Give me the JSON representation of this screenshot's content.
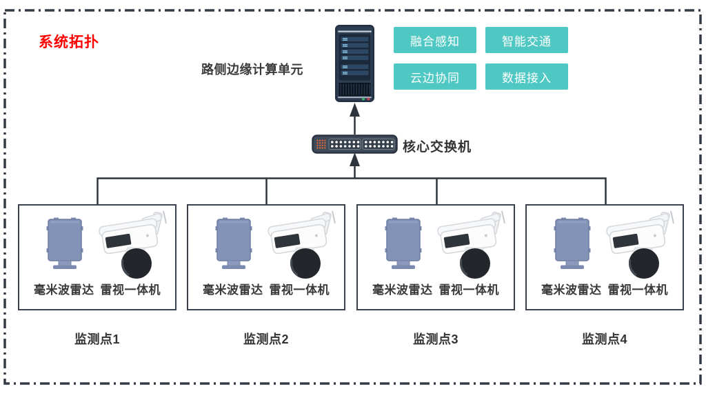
{
  "title": "系统拓扑",
  "edge_unit": {
    "label": "路侧边缘计算单元",
    "capabilities": [
      {
        "label": "融合感知"
      },
      {
        "label": "智能交通"
      },
      {
        "label": "云边协同"
      },
      {
        "label": "数据接入"
      }
    ]
  },
  "core_switch": {
    "label": "核心交换机"
  },
  "monitoring_points": [
    {
      "label": "监测点1",
      "radar_label": "毫米波雷达",
      "camera_label": "雷视一体机"
    },
    {
      "label": "监测点2",
      "radar_label": "毫米波雷达",
      "camera_label": "雷视一体机"
    },
    {
      "label": "监测点3",
      "radar_label": "毫米波雷达",
      "camera_label": "雷视一体机"
    },
    {
      "label": "监测点4",
      "radar_label": "毫米波雷达",
      "camera_label": "雷视一体机"
    }
  ],
  "icons": {
    "server": "server-tower-icon",
    "switch": "network-switch-icon",
    "radar": "mmwave-radar-icon",
    "camera": "radar-vision-camera-icon"
  },
  "colors": {
    "accent_teal": "#4FC8C3",
    "title_red": "#FF0000",
    "line_dark": "#2E343C",
    "border_slate": "#343B46",
    "radar_blue": "#8393B8",
    "server_navy": "#2D3D52"
  }
}
